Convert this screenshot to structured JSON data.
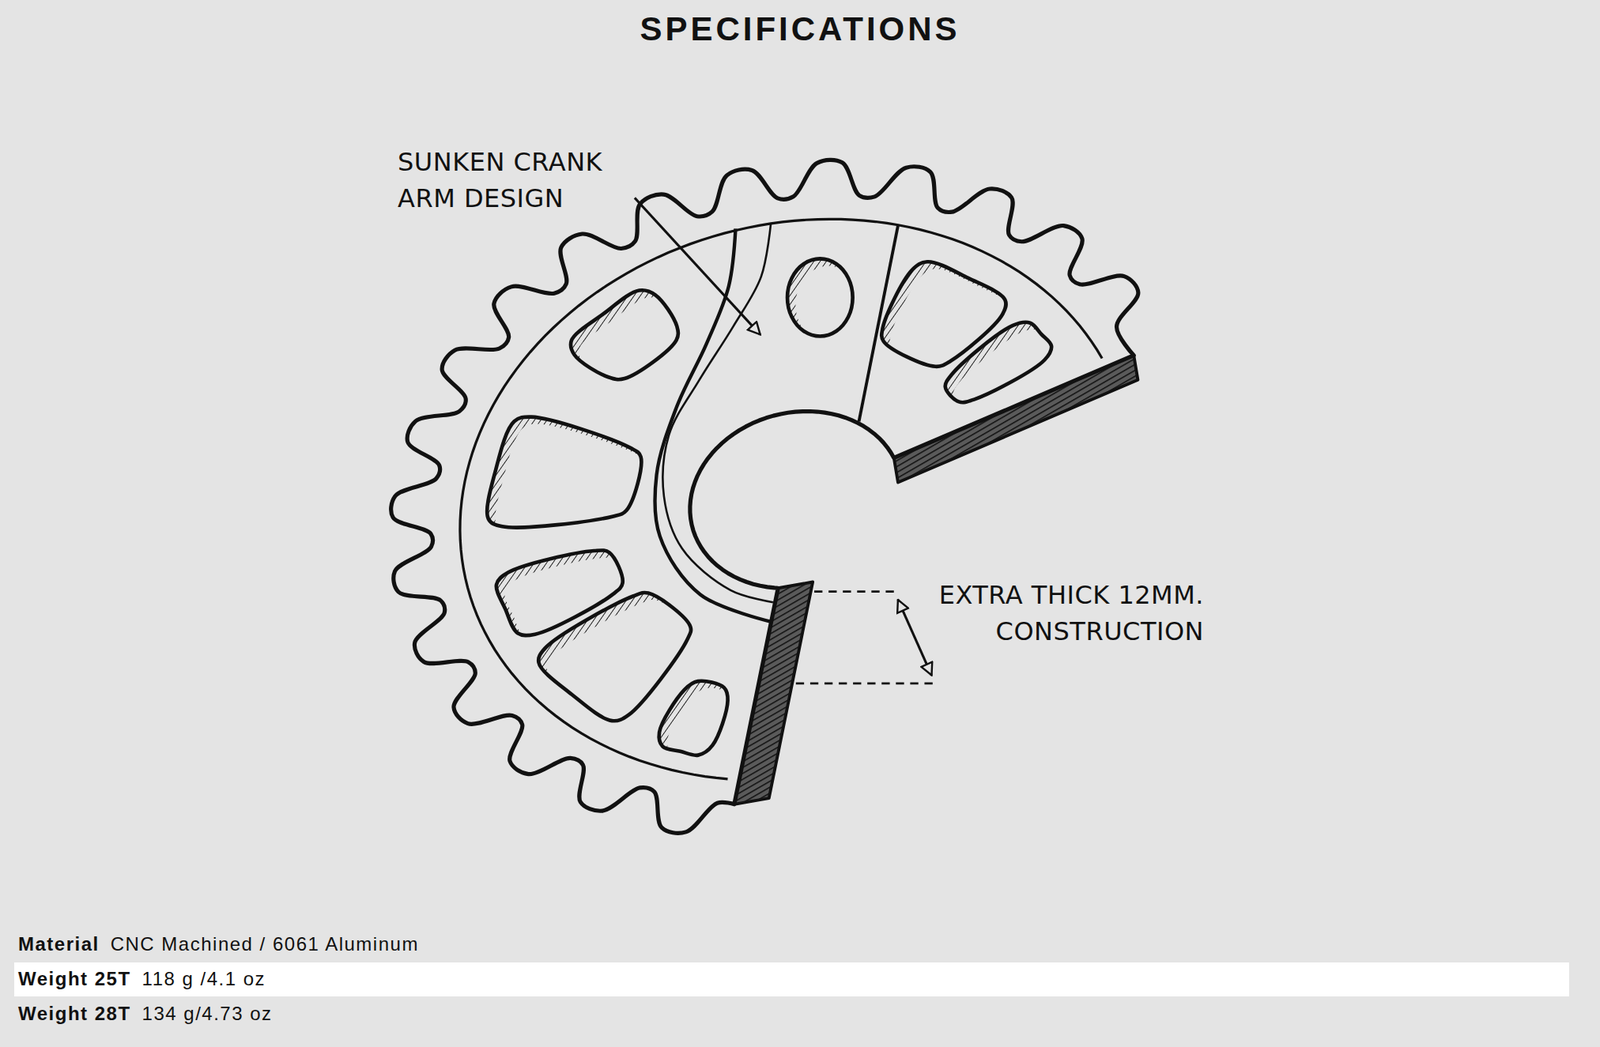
{
  "diagram": {
    "title": "SPECIFICATIONS",
    "labels": [
      "SUNKEN CRANK ARM DESIGN",
      "EXTRA THICK 12MM. CONSTRUCTION",
      "Material",
      "CNC Machined / 6061 Aluminum",
      "Weight 25T",
      "118 g /4.1 oz",
      "Weight 28T",
      "134 g/4.73 oz"
    ]
  }
}
